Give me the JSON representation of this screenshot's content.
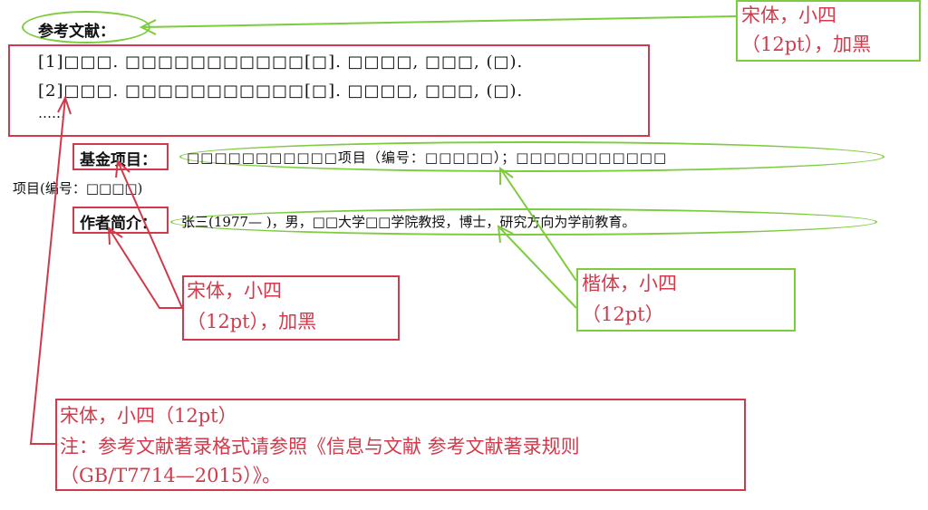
{
  "references": {
    "heading": "参考文献：",
    "line1": "[1]□□□. □□□□□□□□□□□[□]. □□□□, □□□, (□).",
    "line2": "[2]□□□. □□□□□□□□□□□[□]. □□□□, □□□, (□).",
    "ellipsis": "……"
  },
  "fund": {
    "label": "基金项目：",
    "text1": "□□□□□□□□□□□项目（编号：□□□□□）；□□□□□□□□□□□",
    "text2": "项目(编号：□□□□)"
  },
  "author": {
    "label": "作者简介：",
    "text": "张三(1977—  )，男，□□大学□□学院教授，博士，研究方向为学前教育。"
  },
  "annotations": {
    "top_right": {
      "line1": "宋体，小四",
      "line2": "（12pt），加黑"
    },
    "middle_left": {
      "line1": "宋体，小四",
      "line2": "（12pt），加黑"
    },
    "middle_right": {
      "line1": "楷体，小四",
      "line2": "（12pt）"
    },
    "bottom": {
      "line1": "宋体，小四（12pt）",
      "line2": "注：参考文献著录格式请参照《信息与文献 参考文献著录规则",
      "line3": "（GB/T7714—2015）》。"
    }
  },
  "colors": {
    "red": "#d23a4b",
    "green": "#7ccc3d"
  }
}
